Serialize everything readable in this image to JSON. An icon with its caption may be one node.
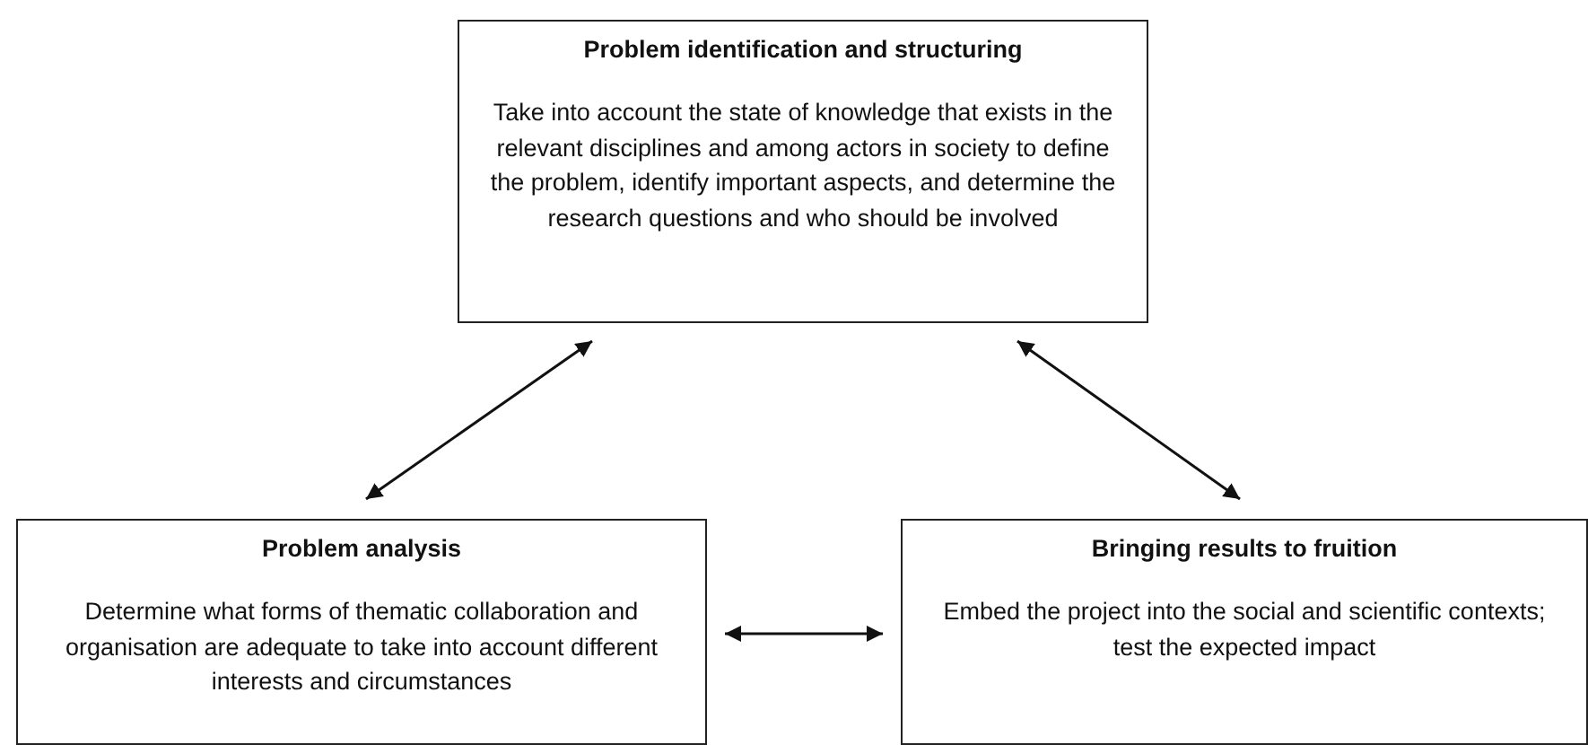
{
  "diagram": {
    "nodes": [
      {
        "text": [
          "Problem identification and structuring",
          "Take into account the state of knowledge that exists in the relevant disciplines and among actors in society to define the problem, identify important aspects, and determine the research questions and who should be involved"
        ]
      },
      {
        "text": [
          "Problem analysis",
          "Determine what forms of thematic collaboration and organisation are adequate to take into account different interests and circumstances"
        ]
      },
      {
        "text": [
          "Bringing results to fruition",
          "Embed the project into the social and scientific contexts; test the expected impact"
        ]
      }
    ],
    "edges": [
      {
        "from": 1,
        "to": 0,
        "arrow": "both"
      },
      {
        "from": 0,
        "to": 2,
        "arrow": "both"
      },
      {
        "from": 1,
        "to": 2,
        "arrow": "both"
      }
    ]
  }
}
